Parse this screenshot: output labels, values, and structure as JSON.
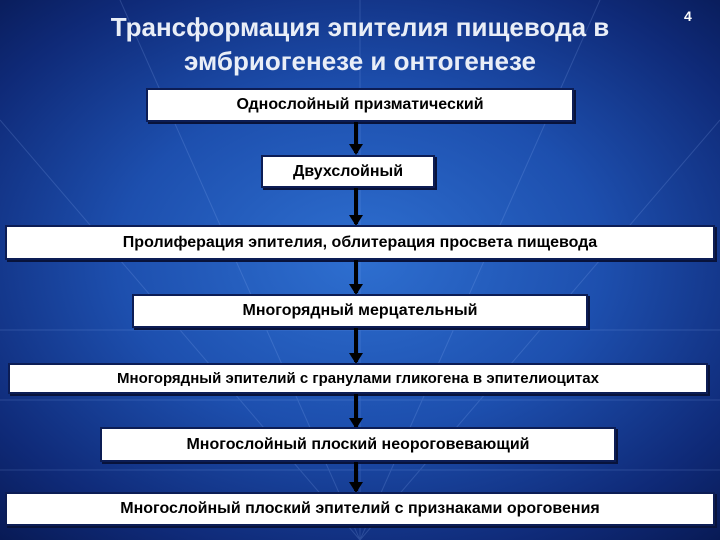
{
  "slide": {
    "title_line1": "Трансформация эпителия пищевода в",
    "title_line2": "эмбриогенезе и онтогенезе",
    "number": "4"
  },
  "steps": [
    "Однослойный призматический",
    "Двухслойный",
    "Пролиферация эпителия, облитерация просвета пищевода",
    "Многорядный мерцательный",
    "Многорядный эпителий с гранулами гликогена в эпителиоцитах",
    "Многослойный плоский неороговевающий",
    "Многослойный плоский эпителий с признаками ороговения"
  ],
  "colors": {
    "background": "#1d4fae",
    "box_fill": "#ffffff",
    "box_border": "#0c1d55",
    "title_text": "#e9eef7",
    "arrow": "#000000"
  }
}
